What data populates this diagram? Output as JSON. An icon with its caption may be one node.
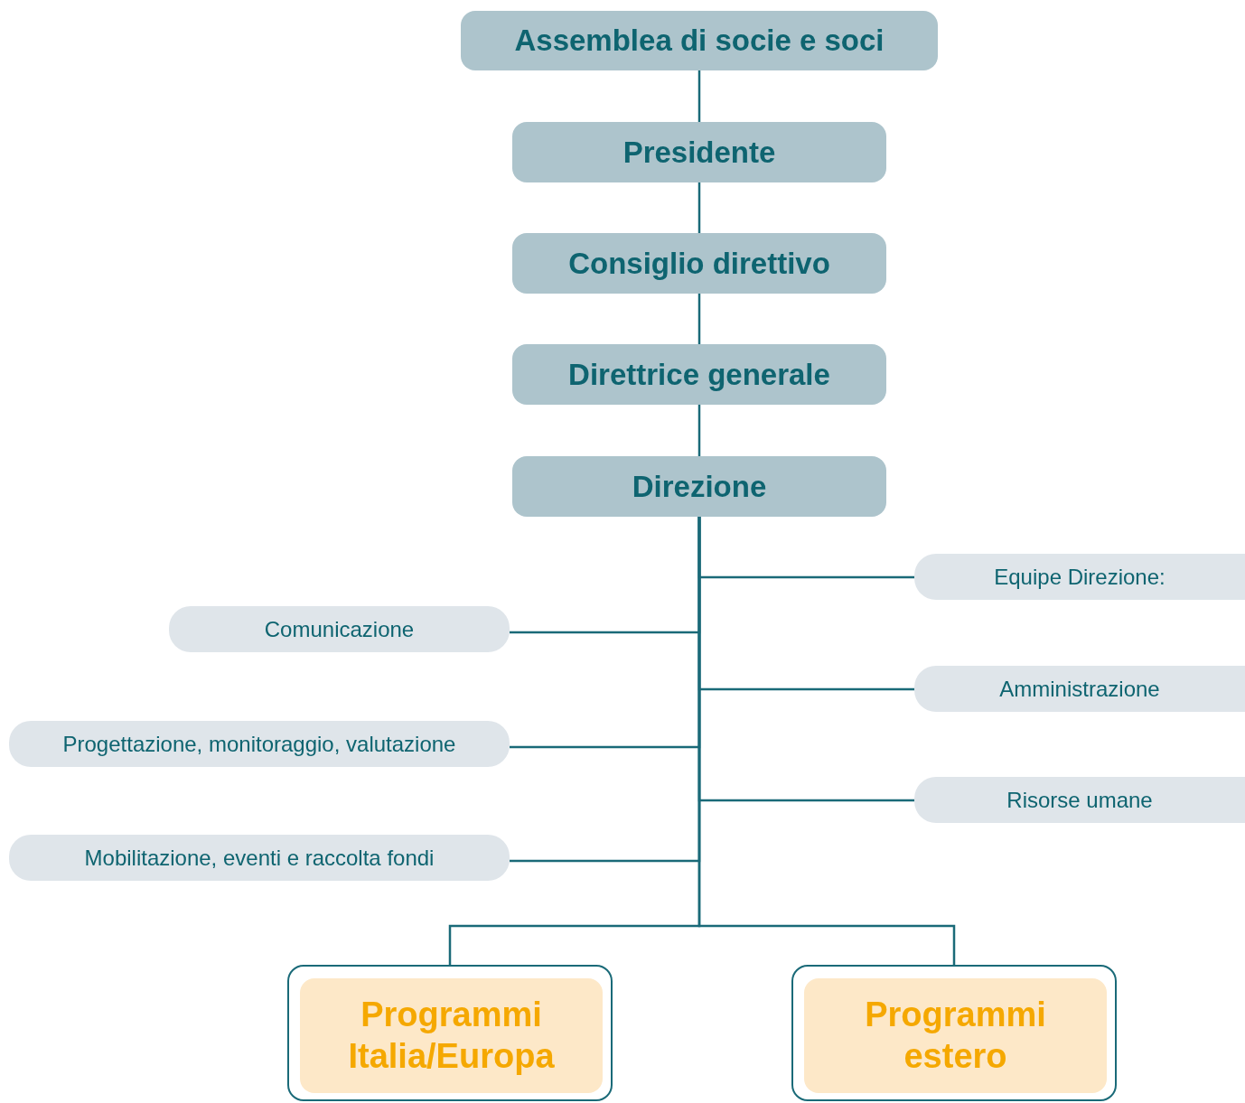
{
  "diagram": {
    "nodes": [
      {
        "text": [
          "Assemblea di socie e soci"
        ]
      },
      {
        "text": [
          "Presidente"
        ]
      },
      {
        "text": [
          "Consiglio direttivo"
        ]
      },
      {
        "text": [
          "Direttrice generale"
        ]
      },
      {
        "text": [
          "Direzione"
        ]
      },
      {
        "text": [
          "Equipe Direzione:"
        ]
      },
      {
        "text": [
          "Comunicazione"
        ]
      },
      {
        "text": [
          "Amministrazione"
        ]
      },
      {
        "text": [
          "Progettazione, monitoraggio, valutazione"
        ]
      },
      {
        "text": [
          "Risorse umane"
        ]
      },
      {
        "text": [
          "Mobilitazione, eventi e raccolta fondi"
        ]
      },
      {
        "text": [],
        "shape": "box"
      },
      {
        "text": [
          "Programmi Italia/Europa"
        ],
        "in": 11
      },
      {
        "text": [],
        "shape": "box"
      },
      {
        "text": [
          "Programmi estero"
        ],
        "in": 13
      }
    ],
    "edges": [
      {
        "from": 0,
        "to": 1,
        "arrow": "none"
      },
      {
        "from": 1,
        "to": 2,
        "arrow": "none"
      },
      {
        "from": 2,
        "to": 3,
        "arrow": "none"
      },
      {
        "from": 3,
        "to": 4,
        "arrow": "none"
      },
      {
        "from": 4,
        "to": 5,
        "arrow": "none"
      },
      {
        "from": 4,
        "to": 6,
        "arrow": "none"
      },
      {
        "from": 4,
        "to": 7,
        "arrow": "none"
      },
      {
        "from": 4,
        "to": 8,
        "arrow": "none"
      },
      {
        "from": 4,
        "to": 9,
        "arrow": "none"
      },
      {
        "from": 4,
        "to": 10,
        "arrow": "none"
      },
      {
        "from": 4,
        "to": 11,
        "arrow": "none"
      },
      {
        "from": 4,
        "to": 13,
        "arrow": "none"
      }
    ]
  }
}
